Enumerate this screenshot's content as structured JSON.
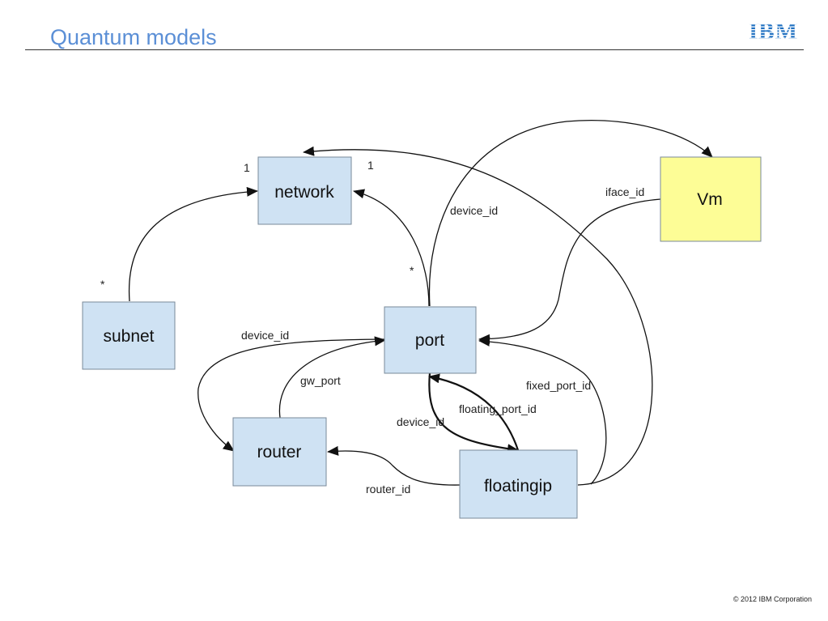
{
  "slide": {
    "title": "Quantum models",
    "logo_text": "IBM",
    "copyright": "© 2012 IBM Corporation"
  },
  "colors": {
    "title": "#5b8fd6",
    "entity_fill": "#cfe2f3",
    "vm_fill": "#fdfd96",
    "box_border": "#7a8a99",
    "logo": "#1f70c1"
  },
  "entities": {
    "network": "network",
    "vm": "Vm",
    "subnet": "subnet",
    "port": "port",
    "router": "router",
    "floatingip": "floatingip"
  },
  "edge_labels": {
    "network_subnet_mult": "1",
    "network_port_mult": "1",
    "subnet_mult": "*",
    "port_mult": "*",
    "device_id_port_vm": "device_id",
    "iface_id": "iface_id",
    "device_id_router": "device_id",
    "gw_port": "gw_port",
    "fixed_port_id": "fixed_port_id",
    "floating_port_id": "floating_port_id",
    "device_id_floatingip": "device_id",
    "router_id": "router_id"
  }
}
